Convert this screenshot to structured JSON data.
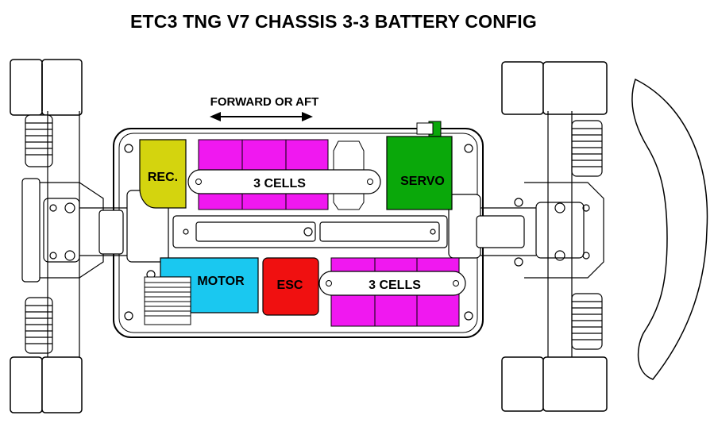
{
  "title": "ETC3 TNG V7 CHASSIS 3-3 BATTERY CONFIG",
  "direction_label": "FORWARD OR AFT",
  "components": {
    "receiver": {
      "label": "REC.",
      "color": "#d4d40e"
    },
    "servo": {
      "label": "SERVO",
      "color": "#0aa80a"
    },
    "motor": {
      "label": "MOTOR",
      "color": "#1ac8f0"
    },
    "esc": {
      "label": "ESC",
      "color": "#f01010"
    },
    "battery_left": {
      "label": "3 CELLS",
      "color": "#f018f0"
    },
    "battery_right": {
      "label": "3 CELLS",
      "color": "#f018f0"
    }
  },
  "line_color": "#000000",
  "background": "#ffffff"
}
